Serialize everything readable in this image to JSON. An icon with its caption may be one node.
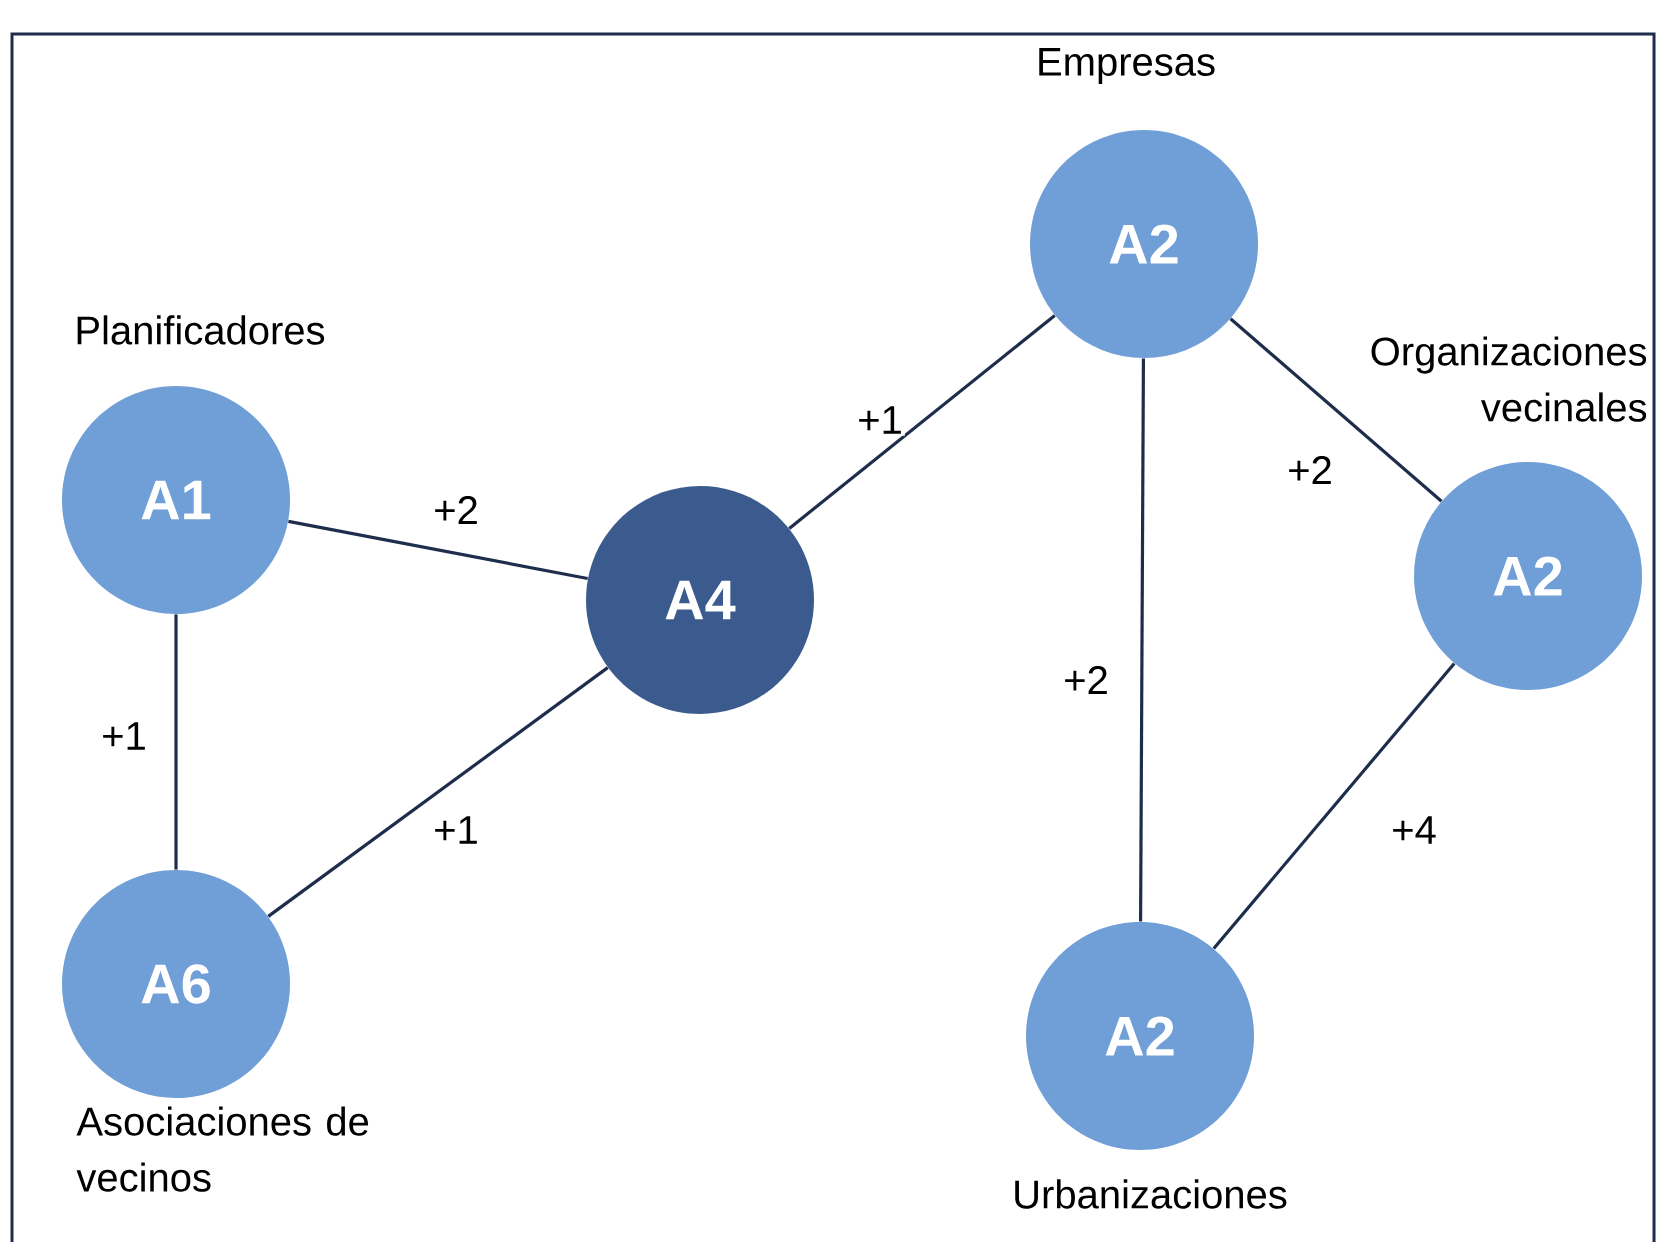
{
  "diagram": {
    "nodes": [
      {
        "text": [
          "A1"
        ],
        "beside": [
          "Planificadores"
        ]
      },
      {
        "text": [
          "A6"
        ],
        "beside": [
          "Asociaciones de vecinos"
        ]
      },
      {
        "text": [
          "A4"
        ]
      },
      {
        "text": [
          "A2"
        ],
        "beside": [
          "Empresas"
        ]
      },
      {
        "text": [
          "A2"
        ],
        "beside": [
          "Organizaciones vecinales"
        ]
      },
      {
        "text": [
          "A2"
        ],
        "beside": [
          "Urbanizaciones"
        ]
      }
    ],
    "edges": [
      {
        "from": 0,
        "to": 2,
        "arrow": "none",
        "label": "+2"
      },
      {
        "from": 0,
        "to": 1,
        "arrow": "none",
        "label": "+1"
      },
      {
        "from": 1,
        "to": 2,
        "arrow": "none",
        "label": "+1"
      },
      {
        "from": 2,
        "to": 3,
        "arrow": "none",
        "label": "+1"
      },
      {
        "from": 3,
        "to": 4,
        "arrow": "none",
        "label": "+2"
      },
      {
        "from": 3,
        "to": 5,
        "arrow": "none",
        "label": "+2"
      },
      {
        "from": 4,
        "to": 5,
        "arrow": "none",
        "label": "+4"
      }
    ]
  }
}
